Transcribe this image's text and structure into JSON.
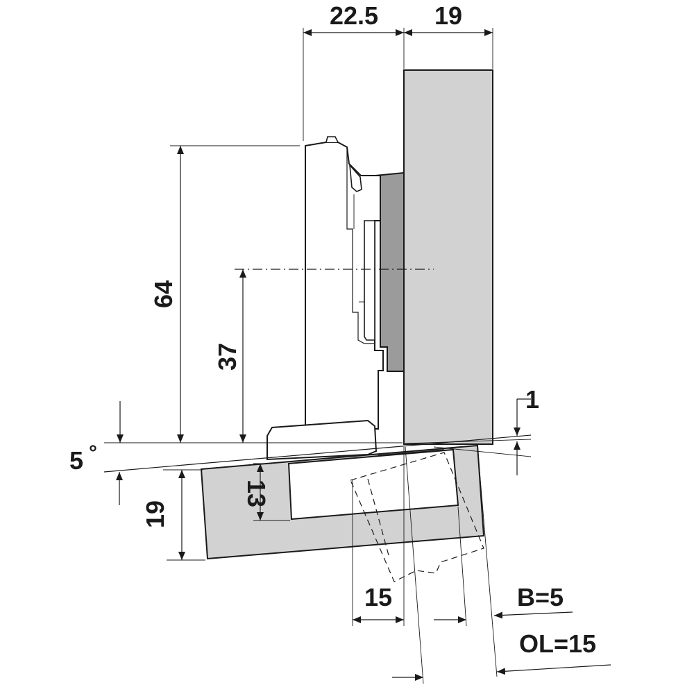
{
  "dimensions": {
    "hinge_offset": "22.5",
    "panel_thickness": "19",
    "cup_height": "64",
    "center_height": "37",
    "angle": "5",
    "angle_unit": "°",
    "reveal": "1",
    "door_thickness": "19",
    "cup_depth": "13",
    "cup_distance": "15",
    "b_value": "B=5",
    "overlay": "OL=15"
  },
  "colors": {
    "panel_fill": "#d2d2d2",
    "plate_fill": "#9b9b9b",
    "line": "#1a1a1a",
    "background": "#ffffff"
  }
}
